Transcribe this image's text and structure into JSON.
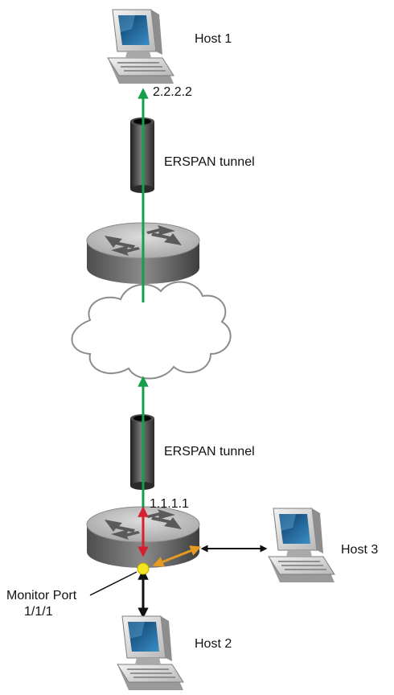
{
  "labels": {
    "host1": "Host 1",
    "host2": "Host 2",
    "host3": "Host 3",
    "ip_host1": "2.2.2.2",
    "ip_source": "1.1.1.1",
    "tunnel_top": "ERSPAN tunnel",
    "tunnel_bottom": "ERSPAN tunnel",
    "monitor_port_line1": "Monitor Port",
    "monitor_port_line2": "1/1/1"
  },
  "colors": {
    "tunnel_path": "#14a04a",
    "mirror_in": "#d6202f",
    "mirror_cross": "#e59a22",
    "monitor_port": "#f5e51c",
    "link": "#111111"
  },
  "icons": {
    "computer": "computer-icon",
    "router": "router-icon",
    "tunnel": "tunnel-pipe-icon",
    "cloud": "network-cloud-icon"
  }
}
